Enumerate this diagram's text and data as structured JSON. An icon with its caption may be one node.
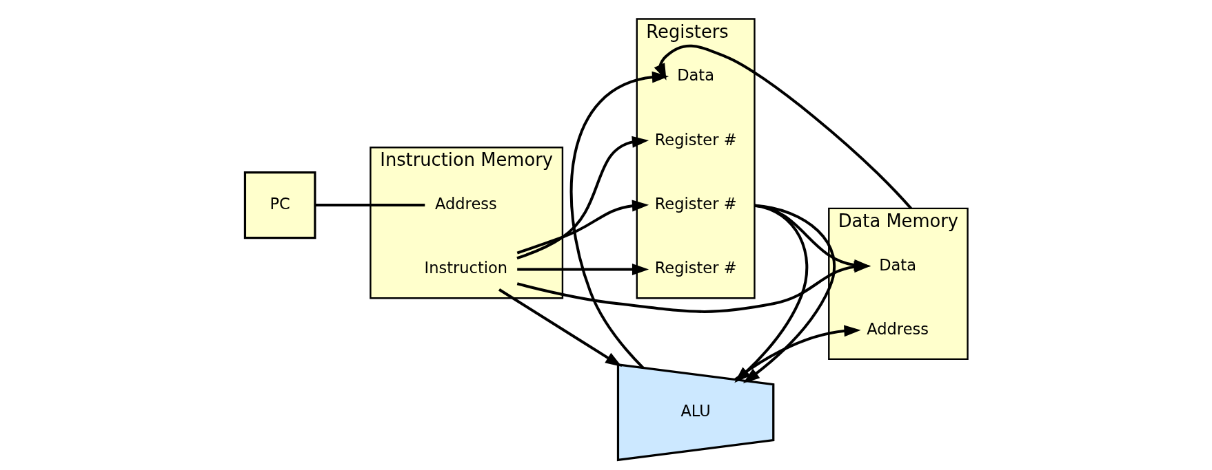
{
  "diagram": {
    "nodes": [
      {
        "text": [
          "PC"
        ]
      },
      {
        "text": [
          "Instruction Memory"
        ]
      },
      {
        "text": [
          "Address"
        ],
        "in": 1
      },
      {
        "text": [
          "Instruction"
        ],
        "in": 1
      },
      {
        "text": [
          "Registers"
        ]
      },
      {
        "text": [
          "Data"
        ],
        "in": 4
      },
      {
        "text": [
          "Register #"
        ],
        "in": 4
      },
      {
        "text": [
          "Register #"
        ],
        "in": 4
      },
      {
        "text": [
          "Register #"
        ],
        "in": 4
      },
      {
        "text": [
          "ALU"
        ]
      },
      {
        "text": [
          "Data Memory"
        ]
      },
      {
        "text": [
          "Address"
        ],
        "in": 10
      },
      {
        "text": [
          "Data"
        ],
        "in": 10
      }
    ],
    "edges": [
      {
        "from": 0,
        "to": 2,
        "arrow": "none"
      },
      {
        "from": 3,
        "to": 6,
        "arrow": "to"
      },
      {
        "from": 3,
        "to": 7,
        "arrow": "to"
      },
      {
        "from": 3,
        "to": 8,
        "arrow": "to"
      },
      {
        "from": 4,
        "to": 9,
        "arrow": "to"
      },
      {
        "from": 4,
        "to": 9,
        "arrow": "to"
      },
      {
        "from": 3,
        "to": 9,
        "arrow": "to"
      },
      {
        "from": 4,
        "to": 12,
        "arrow": "to"
      },
      {
        "from": 3,
        "to": 12,
        "arrow": "to"
      },
      {
        "from": 9,
        "to": 11,
        "arrow": "to"
      },
      {
        "from": 9,
        "to": 5,
        "arrow": "to"
      },
      {
        "from": 10,
        "to": 5,
        "arrow": "to"
      }
    ]
  }
}
